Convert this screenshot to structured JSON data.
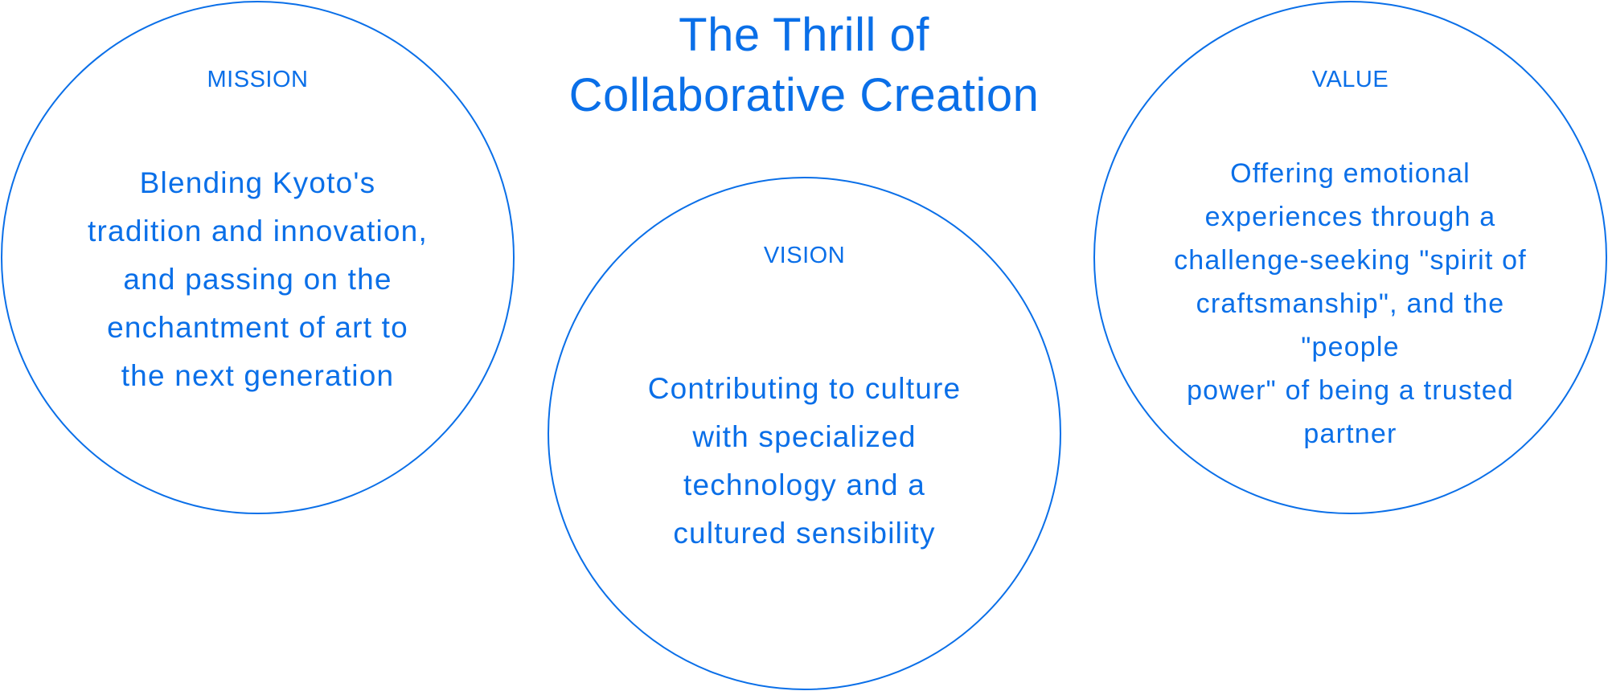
{
  "title": {
    "line1": "The Thrill of",
    "line2": "Collaborative Creation"
  },
  "mission": {
    "heading": "MISSION",
    "lines": [
      "Blending Kyoto's",
      "tradition and innovation,",
      "and passing on the",
      "enchantment of art to",
      "the next generation"
    ]
  },
  "vision": {
    "heading": "VISION",
    "lines": [
      "Contributing to culture",
      "with specialized",
      "technology and a",
      "cultured sensibility"
    ]
  },
  "value": {
    "heading": "VALUE",
    "lines": [
      "Offering emotional",
      "experiences through a",
      "challenge-seeking \"spirit of",
      "craftsmanship\", and the",
      "\"people",
      "power\" of being a trusted",
      "partner"
    ]
  },
  "colors": {
    "accent": "#0a6fe8",
    "background": "#ffffff"
  }
}
